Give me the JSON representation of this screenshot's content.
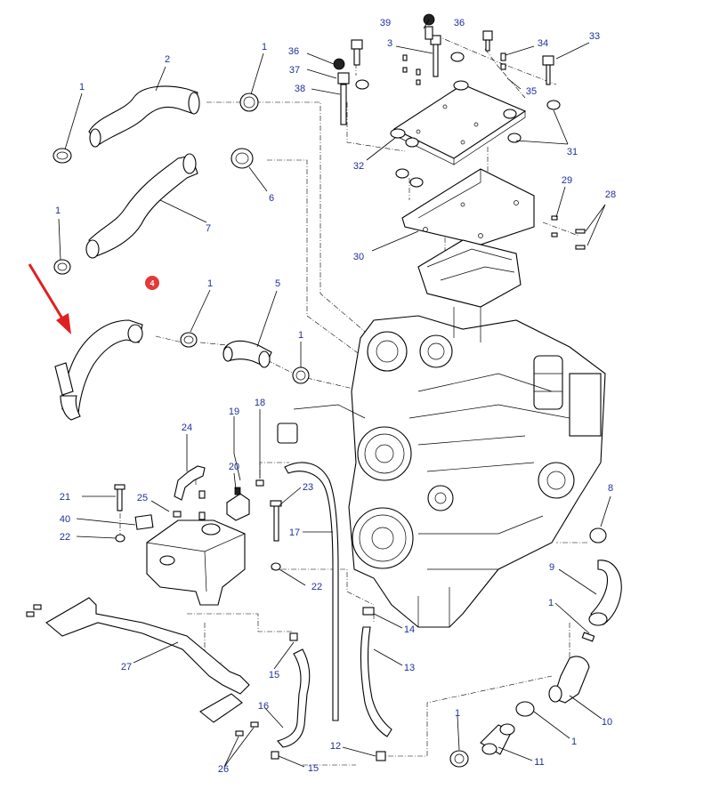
{
  "colors": {
    "callout_text": "#1f2f9c",
    "line": "#000000",
    "highlight_badge": "#e03a3a",
    "highlight_arrow": "#e02020"
  },
  "highlight": {
    "badge_label": "4",
    "arrow": "red-arrow"
  },
  "callouts": [
    {
      "id": "c-39",
      "label": "39"
    },
    {
      "id": "c-36a",
      "label": "36"
    },
    {
      "id": "c-3",
      "label": "3"
    },
    {
      "id": "c-34",
      "label": "34"
    },
    {
      "id": "c-33",
      "label": "33"
    },
    {
      "id": "c-36b",
      "label": "36"
    },
    {
      "id": "c-37",
      "label": "37"
    },
    {
      "id": "c-38",
      "label": "38"
    },
    {
      "id": "c-35",
      "label": "35"
    },
    {
      "id": "c-31",
      "label": "31"
    },
    {
      "id": "c-32",
      "label": "32"
    },
    {
      "id": "c-29",
      "label": "29"
    },
    {
      "id": "c-28",
      "label": "28"
    },
    {
      "id": "c-30",
      "label": "30"
    },
    {
      "id": "c-2",
      "label": "2"
    },
    {
      "id": "c-1a",
      "label": "1"
    },
    {
      "id": "c-1b",
      "label": "1"
    },
    {
      "id": "c-6",
      "label": "6"
    },
    {
      "id": "c-7",
      "label": "7"
    },
    {
      "id": "c-1c",
      "label": "1"
    },
    {
      "id": "c-1d",
      "label": "1"
    },
    {
      "id": "c-5",
      "label": "5"
    },
    {
      "id": "c-1e",
      "label": "1"
    },
    {
      "id": "c-19",
      "label": "19"
    },
    {
      "id": "c-18",
      "label": "18"
    },
    {
      "id": "c-24",
      "label": "24"
    },
    {
      "id": "c-20",
      "label": "20"
    },
    {
      "id": "c-21",
      "label": "21"
    },
    {
      "id": "c-25",
      "label": "25"
    },
    {
      "id": "c-40",
      "label": "40"
    },
    {
      "id": "c-22a",
      "label": "22"
    },
    {
      "id": "c-23",
      "label": "23"
    },
    {
      "id": "c-17",
      "label": "17"
    },
    {
      "id": "c-22b",
      "label": "22"
    },
    {
      "id": "c-8",
      "label": "8"
    },
    {
      "id": "c-9",
      "label": "9"
    },
    {
      "id": "c-1f",
      "label": "1"
    },
    {
      "id": "c-14",
      "label": "14"
    },
    {
      "id": "c-27",
      "label": "27"
    },
    {
      "id": "c-13",
      "label": "13"
    },
    {
      "id": "c-15a",
      "label": "15"
    },
    {
      "id": "c-16",
      "label": "16"
    },
    {
      "id": "c-10",
      "label": "10"
    },
    {
      "id": "c-1g",
      "label": "1"
    },
    {
      "id": "c-1h",
      "label": "1"
    },
    {
      "id": "c-12",
      "label": "12"
    },
    {
      "id": "c-11",
      "label": "11"
    },
    {
      "id": "c-26",
      "label": "26"
    },
    {
      "id": "c-15b",
      "label": "15"
    }
  ]
}
